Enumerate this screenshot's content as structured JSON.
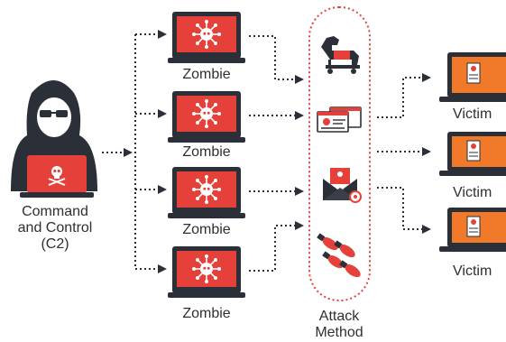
{
  "nodes": {
    "c2": {
      "label_lines": [
        "Command",
        "and Control",
        "(C2)"
      ]
    },
    "zombies": [
      {
        "label": "Zombie"
      },
      {
        "label": "Zombie"
      },
      {
        "label": "Zombie"
      },
      {
        "label": "Zombie"
      }
    ],
    "attack_method": {
      "label_lines": [
        "Attack",
        "Method"
      ],
      "methods": [
        "trojan-horse",
        "phishing-web-pages",
        "malicious-email",
        "bombs"
      ]
    },
    "victims": [
      {
        "label": "Victim"
      },
      {
        "label": "Victim"
      },
      {
        "label": "Victim"
      }
    ]
  },
  "colors": {
    "accent_red": "#e5413a",
    "laptop_dark": "#2b2f38",
    "victim_orange": "#f07a2a",
    "arrow": "#2b2f38",
    "text": "#2f2f2f"
  }
}
